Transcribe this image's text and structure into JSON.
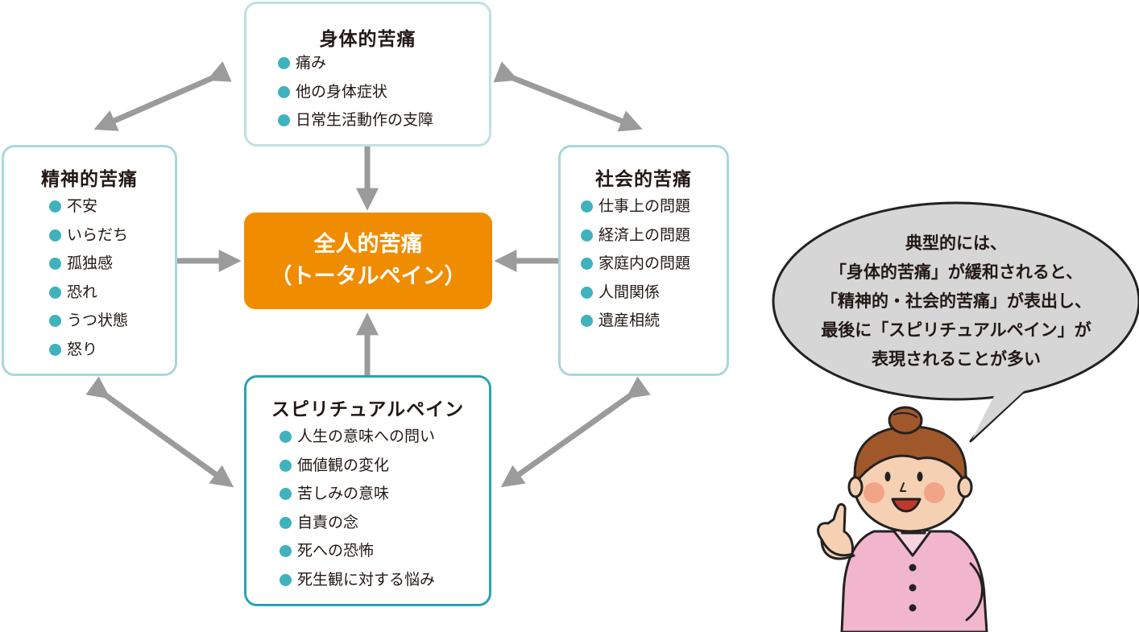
{
  "physical": {
    "title": "身体的苦痛",
    "items": [
      "痛み",
      "他の身体症状",
      "日常生活動作の支障"
    ]
  },
  "mental": {
    "title": "精神的苦痛",
    "items": [
      "不安",
      "いらだち",
      "孤独感",
      "恐れ",
      "うつ状態",
      "怒り"
    ]
  },
  "social": {
    "title": "社会的苦痛",
    "items": [
      "仕事上の問題",
      "経済上の問題",
      "家庭内の問題",
      "人間関係",
      "遺産相続"
    ]
  },
  "spiritual": {
    "title": "スピリチュアルペイン",
    "items": [
      "人生の意味への問い",
      "価値観の変化",
      "苦しみの意味",
      "自責の念",
      "死への恐怖",
      "死生観に対する悩み"
    ]
  },
  "center": {
    "line1": "全人的苦痛",
    "line2": "（トータルペイン）"
  },
  "speech": {
    "lines": [
      "典型的には、",
      "「身体的苦痛」が緩和されると、",
      "「精神的・社会的苦痛」が表出し、",
      "最後に「スピリチュアルペイン」が",
      "表現されることが多い"
    ]
  },
  "colors": {
    "accent": "#f08c00",
    "bullet": "#3fb2bd",
    "border_light": "#bfe0e3",
    "border_strong": "#2aa3b0",
    "arrow": "#9b9b9b"
  }
}
